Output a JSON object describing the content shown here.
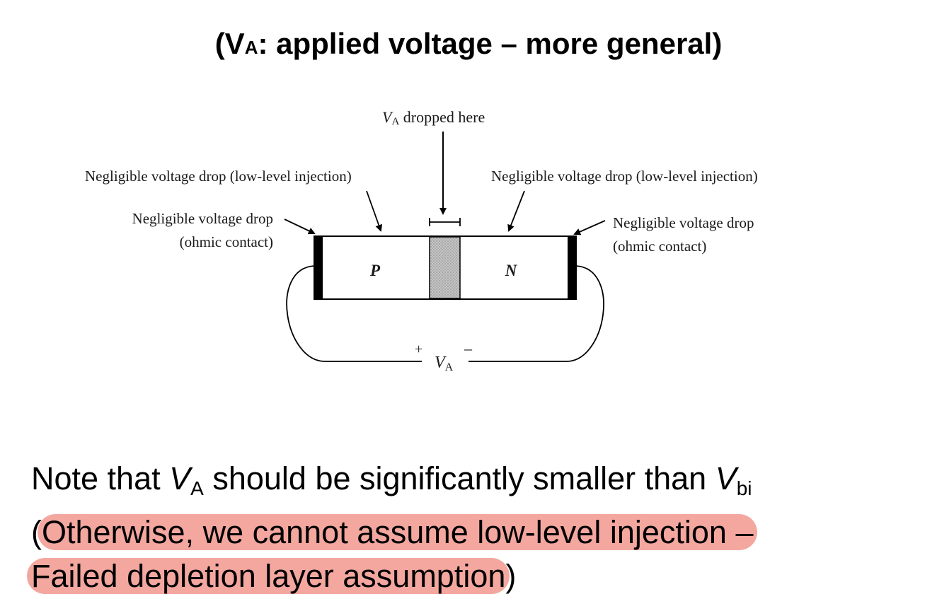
{
  "title": {
    "open": "(V",
    "sub": "A",
    "rest": ": applied voltage – more general)"
  },
  "diagram": {
    "top_label_var": "V",
    "top_label_sub": "A",
    "top_label_rest": " dropped here",
    "left_inj_label": "Negligible voltage drop (low-level injection)",
    "right_inj_label": "Negligible voltage drop (low-level injection)",
    "left_ohmic_line1": "Negligible voltage drop",
    "left_ohmic_line2": "(ohmic contact)",
    "right_ohmic_line1": "Negligible voltage drop",
    "right_ohmic_line2": "(ohmic contact)",
    "p_label": "P",
    "n_label": "N",
    "plus": "+",
    "minus": "–",
    "source_var": "V",
    "source_sub": "A"
  },
  "note": {
    "l1_a": "Note that ",
    "l1_var": "V",
    "l1_var_sub": "A",
    "l1_b": " should be significantly smaller than ",
    "l1_var2": "V",
    "l1_var2_sub": "bi",
    "l2_open": "(",
    "l2_highlight": "Otherwise, we cannot assume low-level injection –",
    "l3_highlight": "Failed depletion layer assumption",
    "l3_close": ")"
  },
  "colors": {
    "highlight": "#f3a79f",
    "depletion": "#b8b8b8"
  }
}
